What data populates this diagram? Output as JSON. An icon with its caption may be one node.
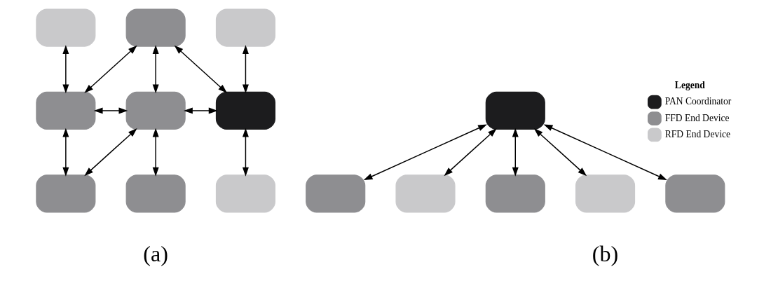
{
  "diagram": {
    "nodes": [
      {
        "text": [],
        "shape": "box"
      },
      {
        "text": [],
        "shape": "box"
      },
      {
        "text": [],
        "shape": "box"
      },
      {
        "text": [],
        "shape": "box"
      },
      {
        "text": [],
        "shape": "box"
      },
      {
        "text": [],
        "shape": "box"
      },
      {
        "text": [],
        "shape": "box"
      },
      {
        "text": [],
        "shape": "box"
      },
      {
        "text": [],
        "shape": "box"
      },
      {
        "text": [],
        "shape": "box"
      },
      {
        "text": [],
        "shape": "box"
      },
      {
        "text": [],
        "shape": "box"
      },
      {
        "text": [],
        "shape": "box"
      },
      {
        "text": [],
        "shape": "box"
      },
      {
        "text": [],
        "shape": "box"
      }
    ],
    "edges": [
      {
        "from": 0,
        "to": 3,
        "arrow": "both"
      },
      {
        "from": 1,
        "to": 3,
        "arrow": "both"
      },
      {
        "from": 1,
        "to": 4,
        "arrow": "both"
      },
      {
        "from": 1,
        "to": 5,
        "arrow": "both"
      },
      {
        "from": 2,
        "to": 5,
        "arrow": "both"
      },
      {
        "from": 3,
        "to": 4,
        "arrow": "both"
      },
      {
        "from": 4,
        "to": 5,
        "arrow": "both"
      },
      {
        "from": 3,
        "to": 6,
        "arrow": "both"
      },
      {
        "from": 4,
        "to": 6,
        "arrow": "both"
      },
      {
        "from": 4,
        "to": 7,
        "arrow": "both"
      },
      {
        "from": 5,
        "to": 8,
        "arrow": "both"
      },
      {
        "from": 12,
        "to": 9,
        "arrow": "both"
      },
      {
        "from": 12,
        "to": 10,
        "arrow": "both"
      },
      {
        "from": 12,
        "to": 11,
        "arrow": "both"
      },
      {
        "from": 12,
        "to": 13,
        "arrow": "both"
      },
      {
        "from": 12,
        "to": 14,
        "arrow": "both"
      }
    ],
    "labels": [
      "Legend",
      "(a)",
      "(b)"
    ],
    "legend": [
      {
        "text": "PAN Coordinator",
        "color": "#1c1c1e"
      },
      {
        "text": "FFD End Device",
        "color": "#8e8e91"
      },
      {
        "text": "RFD End Device",
        "color": "#c9c9cb"
      }
    ]
  }
}
